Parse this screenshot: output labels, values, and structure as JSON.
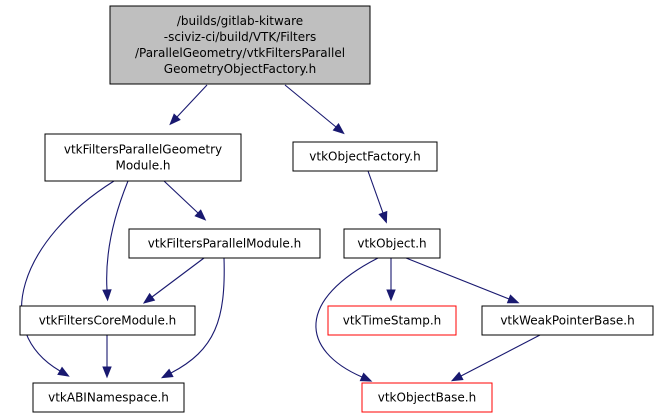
{
  "diagram": {
    "colors": {
      "root_fill": "#bfbfbf",
      "node_fill": "#ffffff",
      "node_border": "#000000",
      "highlight_border": "#ff0000",
      "edge": "#191970",
      "text": "#000000"
    },
    "nodes": [
      {
        "id": "root",
        "name": "node-root-header",
        "lines": [
          "/builds/gitlab-kitware",
          "-sciviz-ci/build/VTK/Filters",
          "/ParallelGeometry/vtkFiltersParallel",
          "GeometryObjectFactory.h"
        ],
        "style": "root"
      },
      {
        "id": "pgmod",
        "name": "node-vtkfiltersparallelgeometrymodule",
        "lines": [
          "vtkFiltersParallelGeometry",
          "Module.h"
        ],
        "style": "normal"
      },
      {
        "id": "objfac",
        "name": "node-vtkobjectfactory",
        "lines": [
          "vtkObjectFactory.h"
        ],
        "style": "normal"
      },
      {
        "id": "pmod",
        "name": "node-vtkfiltersparallelmodule",
        "lines": [
          "vtkFiltersParallelModule.h"
        ],
        "style": "normal"
      },
      {
        "id": "obj",
        "name": "node-vtkobject",
        "lines": [
          "vtkObject.h"
        ],
        "style": "normal"
      },
      {
        "id": "coremod",
        "name": "node-vtkfilterscoremodule",
        "lines": [
          "vtkFiltersCoreModule.h"
        ],
        "style": "normal"
      },
      {
        "id": "tstamp",
        "name": "node-vtktimestamp",
        "lines": [
          "vtkTimeStamp.h"
        ],
        "style": "highlight"
      },
      {
        "id": "wpb",
        "name": "node-vtkweakpointerbase",
        "lines": [
          "vtkWeakPointerBase.h"
        ],
        "style": "normal"
      },
      {
        "id": "abi",
        "name": "node-vtkabinamespace",
        "lines": [
          "vtkABINamespace.h"
        ],
        "style": "normal"
      },
      {
        "id": "objbase",
        "name": "node-vtkobjectbase",
        "lines": [
          "vtkObjectBase.h"
        ],
        "style": "highlight"
      }
    ],
    "edges": [
      {
        "from": "root",
        "to": "pgmod"
      },
      {
        "from": "root",
        "to": "objfac"
      },
      {
        "from": "pgmod",
        "to": "pmod"
      },
      {
        "from": "pgmod",
        "to": "coremod"
      },
      {
        "from": "pgmod",
        "to": "abi"
      },
      {
        "from": "pmod",
        "to": "coremod"
      },
      {
        "from": "pmod",
        "to": "abi"
      },
      {
        "from": "coremod",
        "to": "abi"
      },
      {
        "from": "objfac",
        "to": "obj"
      },
      {
        "from": "obj",
        "to": "tstamp"
      },
      {
        "from": "obj",
        "to": "wpb"
      },
      {
        "from": "obj",
        "to": "objbase"
      },
      {
        "from": "wpb",
        "to": "objbase"
      }
    ]
  }
}
